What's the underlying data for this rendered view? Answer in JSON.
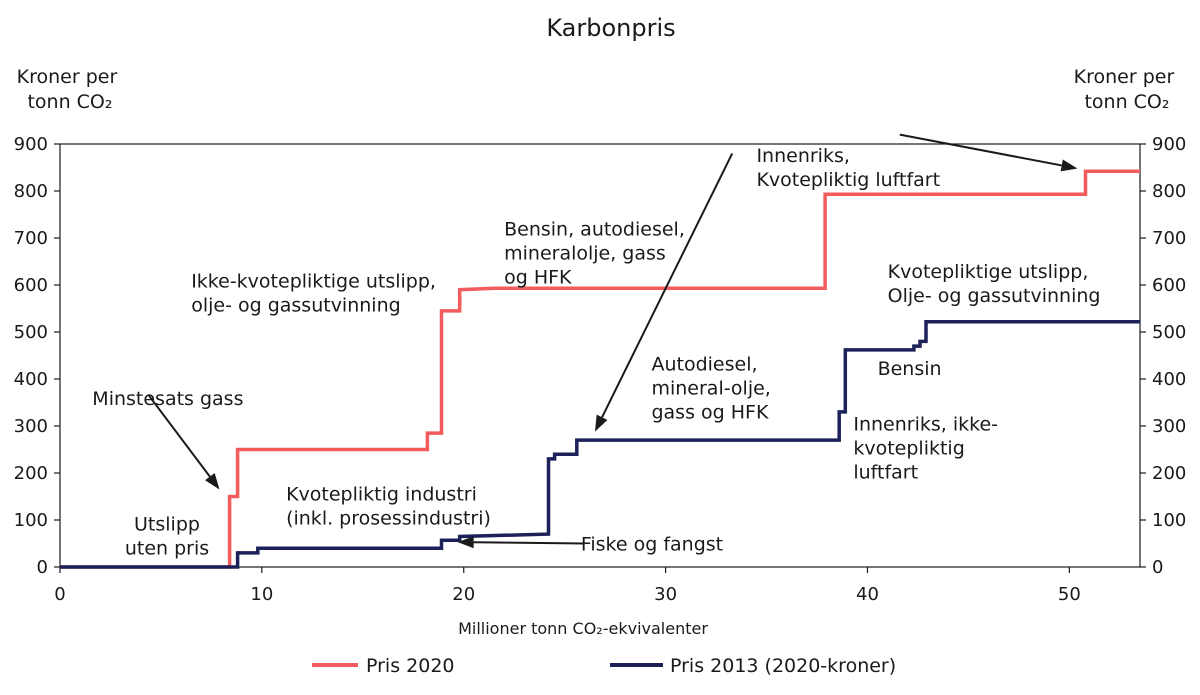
{
  "chart_data": {
    "type": "line",
    "title": "Karbonpris",
    "ylabel_left": [
      "Kroner per",
      "tonn CO₂"
    ],
    "ylabel_right": [
      "Kroner per",
      "tonn CO₂"
    ],
    "xlabel": "Millioner tonn CO₂-ekvivalenter",
    "xlim": [
      0,
      53.5
    ],
    "ylim": [
      0,
      900
    ],
    "xticks": [
      0,
      10,
      20,
      30,
      40,
      50
    ],
    "yticks": [
      0,
      100,
      200,
      300,
      400,
      500,
      600,
      700,
      800,
      900
    ],
    "grid": false,
    "legend_position": "bottom",
    "series": [
      {
        "name": "Pris 2020",
        "color": "#f25c5c",
        "points": [
          [
            0,
            0
          ],
          [
            8.4,
            0
          ],
          [
            8.4,
            150
          ],
          [
            8.8,
            150
          ],
          [
            8.8,
            250
          ],
          [
            18.2,
            250
          ],
          [
            18.2,
            285
          ],
          [
            18.9,
            285
          ],
          [
            18.9,
            545
          ],
          [
            19.8,
            545
          ],
          [
            19.8,
            590
          ],
          [
            21.5,
            593
          ],
          [
            37.9,
            593
          ],
          [
            37.9,
            793
          ],
          [
            50.8,
            793
          ],
          [
            50.8,
            842
          ],
          [
            53.5,
            842
          ]
        ]
      },
      {
        "name": "Pris 2013 (2020-kroner)",
        "color": "#1c2159",
        "points": [
          [
            0,
            0
          ],
          [
            8.8,
            0
          ],
          [
            8.8,
            30
          ],
          [
            9.8,
            30
          ],
          [
            9.8,
            40
          ],
          [
            18.9,
            40
          ],
          [
            18.9,
            57
          ],
          [
            19.8,
            57
          ],
          [
            19.8,
            65
          ],
          [
            24.2,
            70
          ],
          [
            24.2,
            230
          ],
          [
            24.5,
            230
          ],
          [
            24.5,
            240
          ],
          [
            25.6,
            240
          ],
          [
            25.6,
            270
          ],
          [
            38.6,
            270
          ],
          [
            38.6,
            330
          ],
          [
            38.9,
            330
          ],
          [
            38.9,
            462
          ],
          [
            42.3,
            462
          ],
          [
            42.3,
            470
          ],
          [
            42.6,
            470
          ],
          [
            42.6,
            480
          ],
          [
            42.9,
            480
          ],
          [
            42.9,
            522
          ],
          [
            53.5,
            522
          ]
        ]
      }
    ],
    "annotations": [
      {
        "lines": [
          "Utslipp",
          "uten pris"
        ],
        "x": 5.3,
        "y": 78,
        "anchor": "middle"
      },
      {
        "lines": [
          "Minstesats gass"
        ],
        "x": 1.6,
        "y": 345,
        "anchor": "start"
      },
      {
        "lines": [
          "Ikke-kvotepliktige utslipp,",
          "olje- og gassutvinning"
        ],
        "x": 6.5,
        "y": 595,
        "anchor": "start"
      },
      {
        "lines": [
          "Bensin, autodiesel,",
          "mineralolje, gass",
          "og HFK"
        ],
        "x": 22.0,
        "y": 705,
        "anchor": "start"
      },
      {
        "lines": [
          "Innenriks,",
          "Kvotepliktig luftfart"
        ],
        "x": 34.5,
        "y": 862,
        "anchor": "start"
      },
      {
        "lines": [
          "Kvotepliktige utslipp,",
          "Olje- og gassutvinning"
        ],
        "x": 41.0,
        "y": 615,
        "anchor": "start"
      },
      {
        "lines": [
          "Kvotepliktig industri",
          "(inkl. prosessindustri)"
        ],
        "x": 11.2,
        "y": 142,
        "anchor": "start"
      },
      {
        "lines": [
          "Fiske og fangst"
        ],
        "x": 25.8,
        "y": 35,
        "anchor": "start"
      },
      {
        "lines": [
          "Autodiesel,",
          "mineral-olje,",
          "gass og HFK"
        ],
        "x": 29.3,
        "y": 418,
        "anchor": "start"
      },
      {
        "lines": [
          "Bensin"
        ],
        "x": 40.5,
        "y": 408,
        "anchor": "start"
      },
      {
        "lines": [
          "Innenriks, ikke-",
          "kvotepliktig",
          "luftfart"
        ],
        "x": 39.3,
        "y": 290,
        "anchor": "start"
      }
    ],
    "arrows": [
      {
        "from": [
          4.4,
          365
        ],
        "to": [
          7.9,
          165
        ]
      },
      {
        "from": [
          41.6,
          920
        ],
        "to": [
          50.4,
          848
        ]
      },
      {
        "from": [
          33.3,
          880
        ],
        "to": [
          26.5,
          288
        ]
      },
      {
        "from": [
          26.0,
          50
        ],
        "to": [
          19.7,
          53
        ]
      }
    ]
  }
}
